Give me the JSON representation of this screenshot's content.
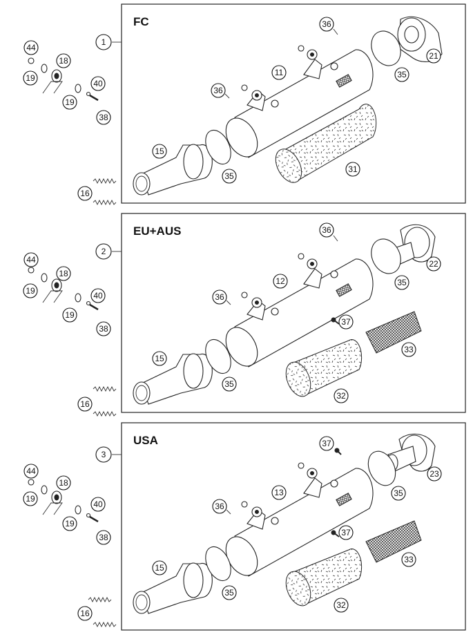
{
  "panels": [
    {
      "title": "FC",
      "index": "1",
      "side_labels": [
        "44",
        "19",
        "18",
        "19",
        "40",
        "38",
        "16"
      ],
      "labels": {
        "a": "36",
        "b": "11",
        "c": "21",
        "d": "35",
        "e": "36",
        "f": "15",
        "g": "35",
        "h": "31"
      }
    },
    {
      "title": "EU+AUS",
      "index": "2",
      "side_labels": [
        "44",
        "19",
        "18",
        "19",
        "40",
        "38",
        "16"
      ],
      "labels": {
        "a": "36",
        "b": "12",
        "c": "22",
        "d": "35",
        "e": "36",
        "f": "15",
        "g": "35",
        "h": "32",
        "i": "37",
        "j": "33"
      }
    },
    {
      "title": "USA",
      "index": "3",
      "side_labels": [
        "44",
        "19",
        "18",
        "19",
        "40",
        "38",
        "16"
      ],
      "labels": {
        "a": "37",
        "b": "13",
        "c": "23",
        "d": "35",
        "e": "36",
        "f": "15",
        "g": "35",
        "h": "32",
        "i": "37",
        "j": "33"
      }
    }
  ]
}
